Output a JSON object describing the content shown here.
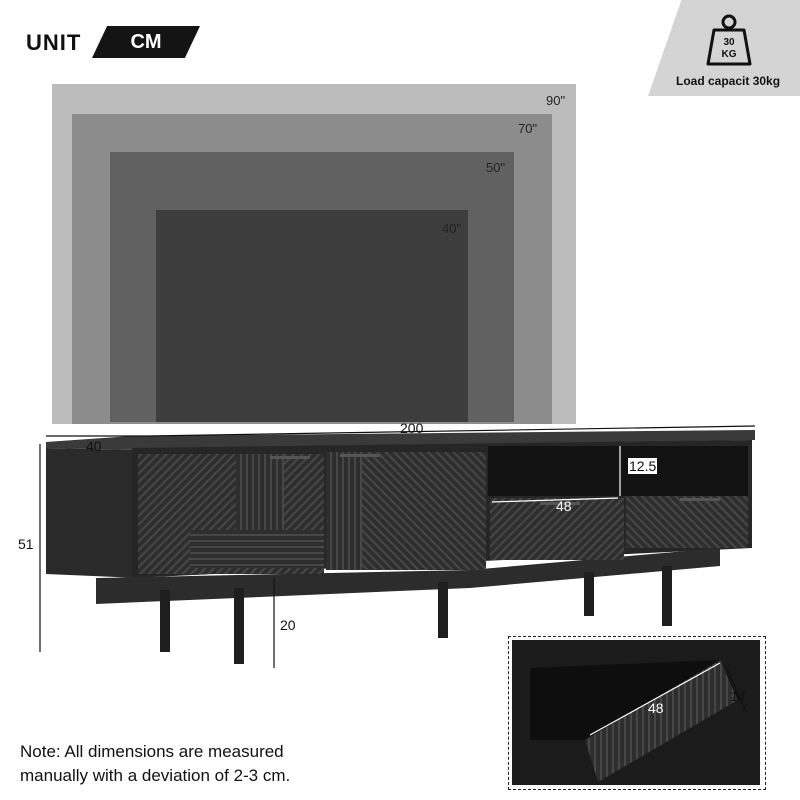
{
  "unit": {
    "label": "UNIT",
    "value": "CM"
  },
  "load": {
    "weight_top": "30",
    "weight_bottom": "KG",
    "text": "Load capacit 30kg"
  },
  "screens": [
    {
      "label": "90\""
    },
    {
      "label": "70\""
    },
    {
      "label": "50\""
    },
    {
      "label": "40\""
    }
  ],
  "dimensions": {
    "width": "200",
    "depth": "40",
    "height": "51",
    "leg_height": "20",
    "shelf_height": "12.5",
    "drawer_width": "48"
  },
  "inset": {
    "drawer_width": "48",
    "drawer_depth": "14"
  },
  "note": {
    "line1": "Note: All dimensions are measured",
    "line2": "manually with a deviation of 2-3 cm."
  },
  "colors": {
    "cabinet": "#2b2b2b",
    "badge": "#141414",
    "screen90": "#b9b9b9",
    "screen40": "#3d3d3d"
  }
}
